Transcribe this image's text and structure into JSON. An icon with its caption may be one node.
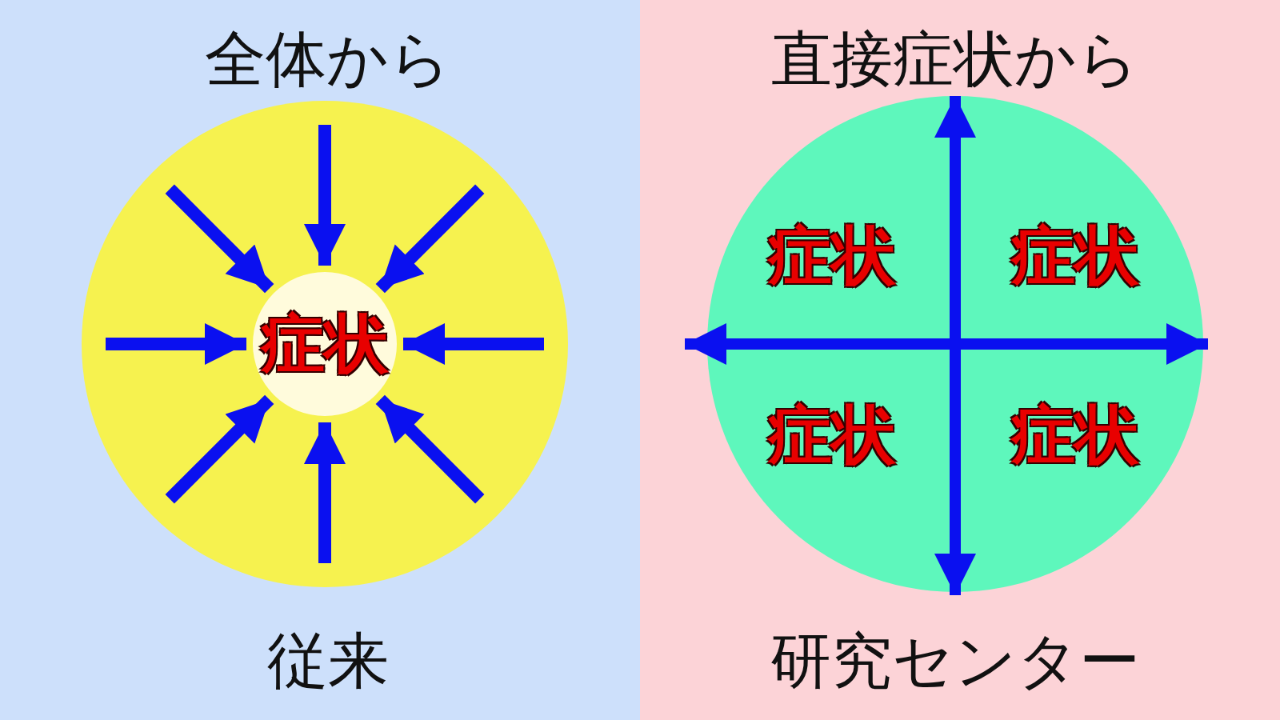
{
  "diagram": {
    "nodes": [
      {
        "text": [],
        "shape": "circle"
      },
      {
        "text": [
          "症状"
        ],
        "in": 0
      },
      {
        "text": [],
        "shape": "circle"
      },
      {
        "text": [
          "症状"
        ],
        "in": 2
      },
      {
        "text": [
          "症状"
        ],
        "in": 2
      },
      {
        "text": [
          "症状"
        ],
        "in": 2
      },
      {
        "text": [
          "症状"
        ],
        "in": 2
      }
    ],
    "edges": [
      {
        "from": null,
        "to": 1,
        "arrow": "to"
      },
      {
        "from": null,
        "to": 1,
        "arrow": "to"
      },
      {
        "from": null,
        "to": 1,
        "arrow": "to"
      },
      {
        "from": null,
        "to": 1,
        "arrow": "to"
      },
      {
        "from": null,
        "to": 1,
        "arrow": "to"
      },
      {
        "from": null,
        "to": 1,
        "arrow": "to"
      },
      {
        "from": null,
        "to": 1,
        "arrow": "to"
      },
      {
        "from": null,
        "to": 1,
        "arrow": "to"
      }
    ],
    "labels": [
      "全体から",
      "直接症状から",
      "従来",
      "研究センター"
    ]
  }
}
